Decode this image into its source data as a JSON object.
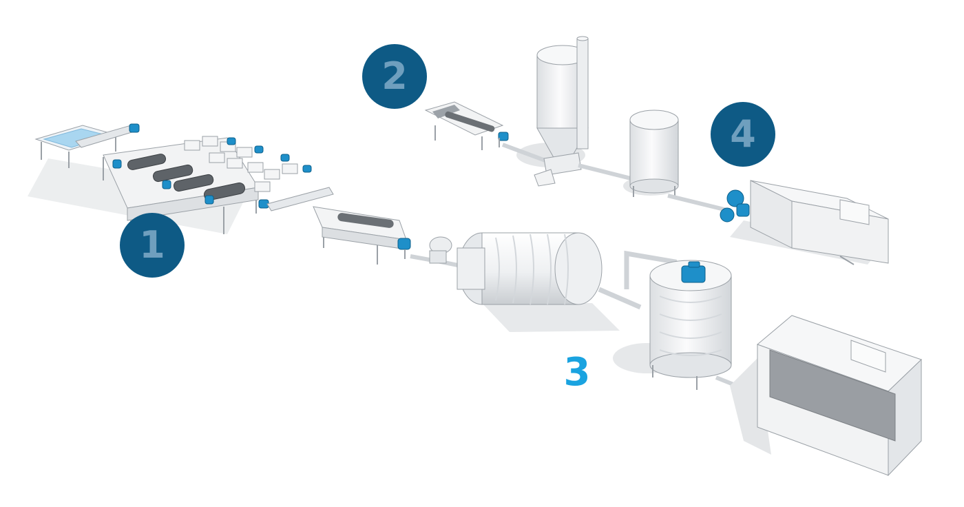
{
  "stages": [
    {
      "id": "1",
      "label": "1",
      "active": false
    },
    {
      "id": "2",
      "label": "2",
      "active": false
    },
    {
      "id": "3",
      "label": "3",
      "active": true
    },
    {
      "id": "4",
      "label": "4",
      "active": false
    }
  ],
  "colors": {
    "marker_fill": "#0e5a85",
    "marker_text": "#6f9fbe",
    "active_text": "#1aa3e0",
    "machine_fill": "#f2f3f4",
    "machine_edge": "#9aa0a6",
    "motor": "#1e8fc9",
    "shadow": "#dfe1e3"
  },
  "icons": [
    "motor-icon",
    "conveyor-icon",
    "silo-icon",
    "drum-icon",
    "tank-icon",
    "cabinet-icon"
  ]
}
